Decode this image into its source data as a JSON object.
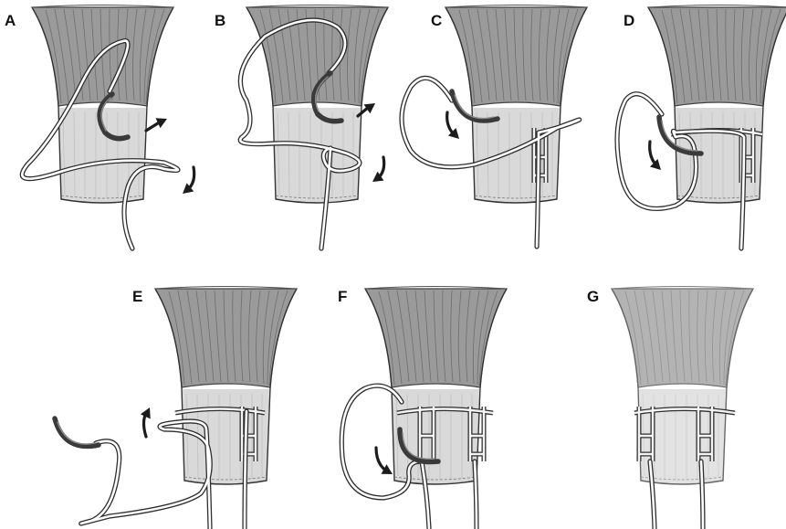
{
  "figure": {
    "panels": [
      {
        "label": "A"
      },
      {
        "label": "B"
      },
      {
        "label": "C"
      },
      {
        "label": "D"
      },
      {
        "label": "E"
      },
      {
        "label": "F"
      },
      {
        "label": "G"
      }
    ],
    "colors": {
      "tendon_upper": "#9a9a9a",
      "tendon_lower": "#d9d9d9",
      "suture_outline": "#2f2f2f",
      "needle": "#3a3a3a",
      "arrow": "#1c1c1c"
    }
  }
}
